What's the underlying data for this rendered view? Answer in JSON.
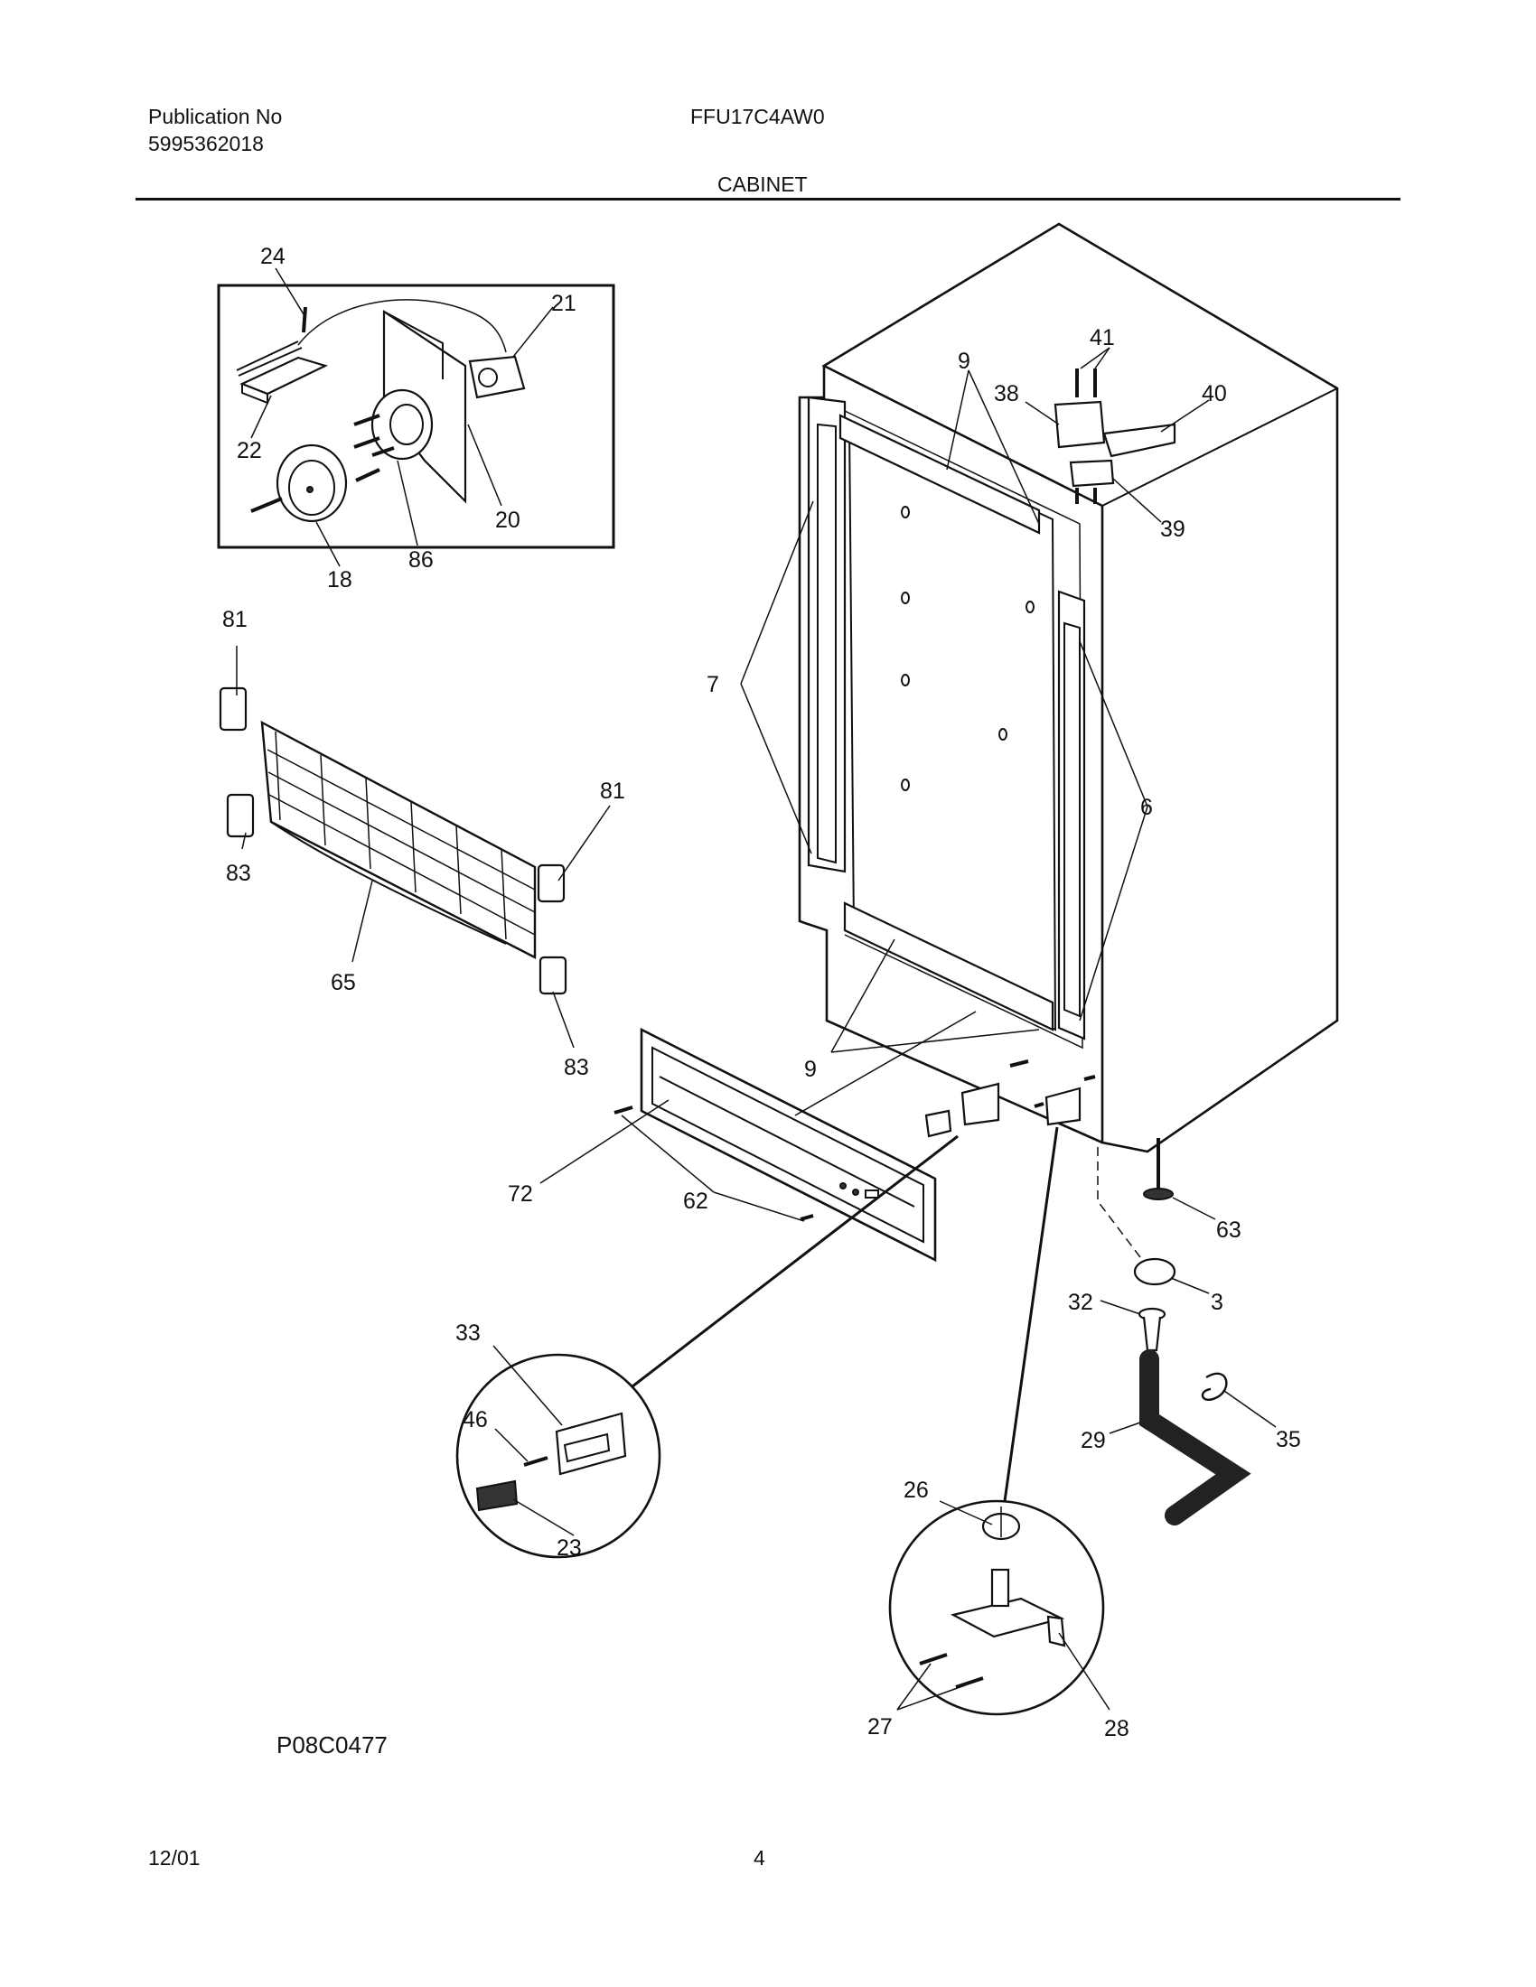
{
  "header": {
    "publication_label": "Publication No",
    "publication_number": "5995362018",
    "model": "FFU17C4AW0",
    "section": "CABINET"
  },
  "footer": {
    "drawing_code": "P08C0477",
    "date": "12/01",
    "page": "4"
  },
  "callouts": {
    "c24": "24",
    "c21": "21",
    "c22": "22",
    "c20": "20",
    "c18": "18",
    "c86": "86",
    "c81a": "81",
    "c81b": "81",
    "c83a": "83",
    "c83b": "83",
    "c65": "65",
    "c7": "7",
    "c9a": "9",
    "c9b": "9",
    "c41": "41",
    "c38": "38",
    "c40": "40",
    "c39": "39",
    "c6": "6",
    "c72": "72",
    "c62": "62",
    "c63": "63",
    "c3": "3",
    "c32": "32",
    "c29": "29",
    "c35": "35",
    "c33": "33",
    "c46": "46",
    "c23": "23",
    "c26": "26",
    "c27": "27",
    "c28": "28"
  }
}
